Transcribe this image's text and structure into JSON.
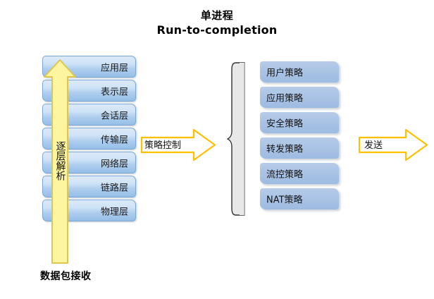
{
  "title": {
    "line1": "单进程",
    "line2": "Run-to-completion"
  },
  "osi_stack": {
    "name": "OSI protocol layer stack",
    "layers": [
      {
        "label": "应用层"
      },
      {
        "label": "表示层"
      },
      {
        "label": "会话层"
      },
      {
        "label": "传输层"
      },
      {
        "label": "网络层"
      },
      {
        "label": "链路层"
      },
      {
        "label": "物理层"
      }
    ]
  },
  "up_arrow": {
    "label": "逐层解析",
    "direction": "up",
    "fill": "#fdf5a0",
    "stroke": "#e8c84a"
  },
  "bottom_caption": {
    "label": "数据包接收"
  },
  "mid_arrow": {
    "label": "策略控制",
    "direction": "right",
    "fill": "#ffffff",
    "stroke": "#ffc000"
  },
  "brace": {
    "name": "left-curly-brace",
    "fill": "#e8e8e8",
    "stroke": "#333333"
  },
  "policies": {
    "items": [
      {
        "label": "用户策略"
      },
      {
        "label": "应用策略"
      },
      {
        "label": "安全策略"
      },
      {
        "label": "转发策略"
      },
      {
        "label": "流控策略"
      },
      {
        "label": "NAT策略"
      }
    ]
  },
  "send_arrow": {
    "label": "发送",
    "direction": "right",
    "fill": "#ffffff",
    "stroke": "#ffc000"
  },
  "colors": {
    "layer_box_top": "#dceaf8",
    "layer_box_bottom": "#95bfe8",
    "layer_box_border": "#7aa7d4",
    "policy_box": "#a8c2e4",
    "arrow_yellow": "#ffc000",
    "up_arrow_fill": "#fdf5a0",
    "background": "#ffffff",
    "text": "#111111"
  }
}
